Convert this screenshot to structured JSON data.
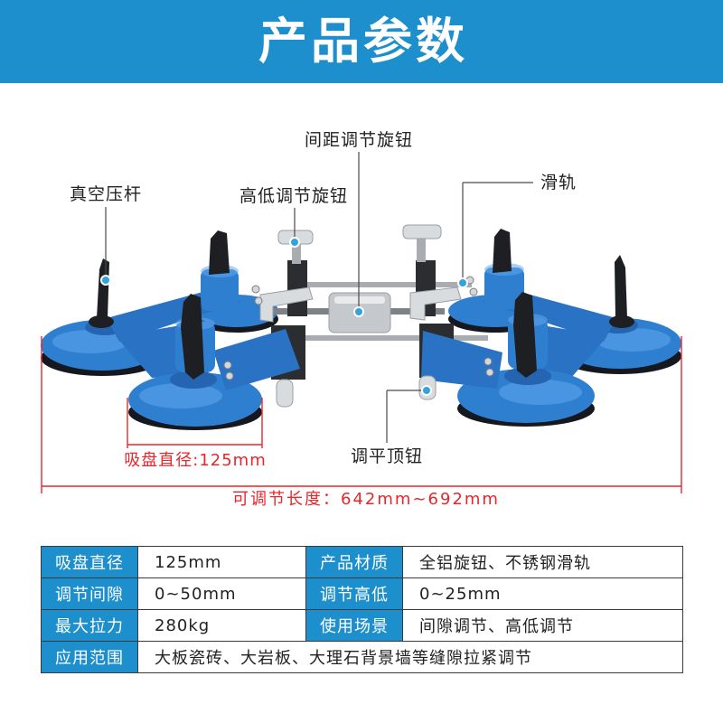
{
  "header": {
    "title": "产品参数"
  },
  "callouts": {
    "spacing_knob": "间距调节旋钮",
    "height_knob": "高低调节旋钮",
    "vacuum_lever": "真空压杆",
    "slide_rail": "滑轨",
    "leveling_knob": "调平顶钮"
  },
  "dimensions": {
    "cup_diameter": "吸盘直径:125mm",
    "adjustable_length": "可调节长度：642mm~692mm"
  },
  "specs": {
    "rows": [
      [
        {
          "label": "吸盘直径",
          "value": "125mm"
        },
        {
          "label": "产品材质",
          "value": "全铝旋钮、不锈钢滑轨"
        }
      ],
      [
        {
          "label": "调节间隙",
          "value": "0~50mm"
        },
        {
          "label": "调节高低",
          "value": "0~25mm"
        }
      ],
      [
        {
          "label": "最大拉力",
          "value": "280kg"
        },
        {
          "label": "使用场景",
          "value": "间隙调节、高低调节"
        }
      ]
    ],
    "application": {
      "label": "应用范围",
      "value": "大板瓷砖、大岩板、大理石背景墙等缝隙拉紧调节"
    }
  },
  "colors": {
    "primary": "#1c8fcc",
    "accent_red": "#e8262c",
    "product_blue": "#2f7fd1",
    "text": "#222222"
  }
}
